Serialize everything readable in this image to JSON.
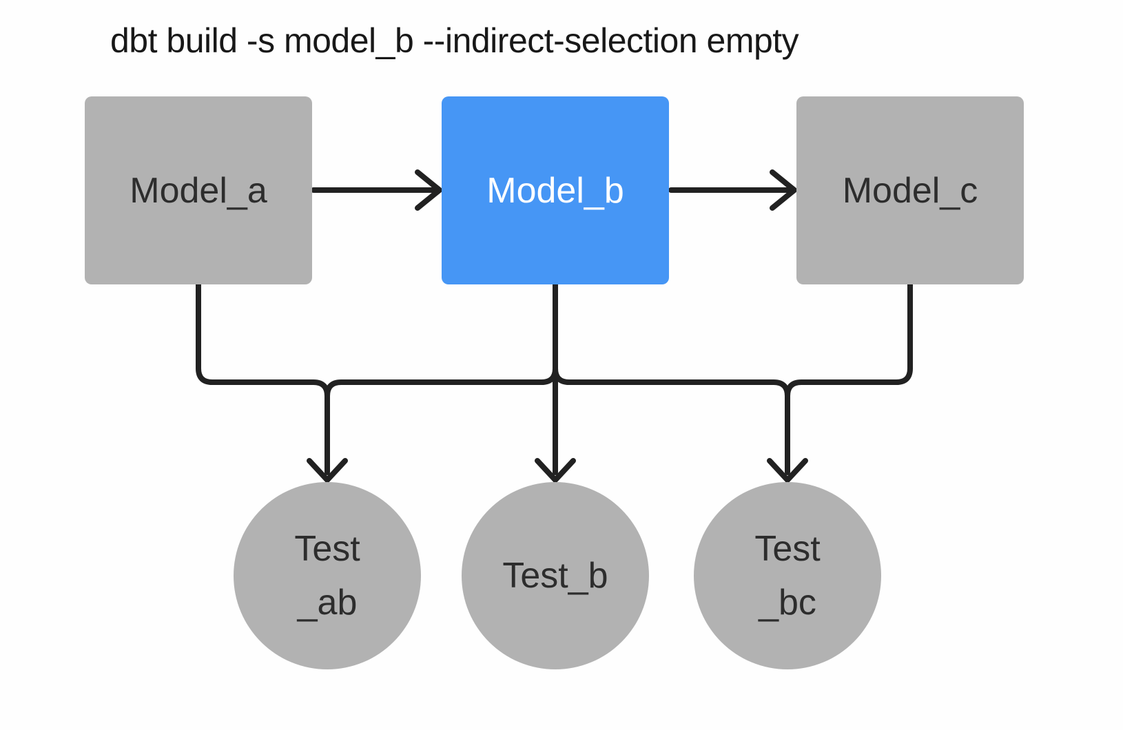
{
  "title": "dbt build -s model_b --indirect-selection empty",
  "colors": {
    "background": "#fefefe",
    "node_gray": "#b2b2b2",
    "node_selected_blue": "#4696f5",
    "node_text_dark": "#2d2d2d",
    "node_text_light": "#ffffff",
    "edge_dark": "#212121",
    "title_text": "#181818"
  },
  "nodes": {
    "models": [
      {
        "id": "model_a",
        "label": "Model_a",
        "selected": false
      },
      {
        "id": "model_b",
        "label": "Model_b",
        "selected": true
      },
      {
        "id": "model_c",
        "label": "Model_c",
        "selected": false
      }
    ],
    "tests": [
      {
        "id": "test_ab",
        "lines": [
          "Test",
          "_ab"
        ]
      },
      {
        "id": "test_b",
        "lines": [
          "Test_b"
        ]
      },
      {
        "id": "test_bc",
        "lines": [
          "Test",
          "_bc"
        ]
      }
    ]
  },
  "edges": [
    {
      "from": "model_a",
      "to": "model_b",
      "type": "arrow"
    },
    {
      "from": "model_b",
      "to": "model_c",
      "type": "arrow"
    },
    {
      "from": "model_a",
      "to": "tests_bus",
      "type": "branch"
    },
    {
      "from": "model_b",
      "to": "tests_bus",
      "type": "branch"
    },
    {
      "from": "model_c",
      "to": "tests_bus",
      "type": "branch"
    },
    {
      "from": "tests_bus",
      "to": "test_ab",
      "type": "arrow"
    },
    {
      "from": "tests_bus",
      "to": "test_b",
      "type": "arrow"
    },
    {
      "from": "tests_bus",
      "to": "test_bc",
      "type": "arrow"
    }
  ]
}
